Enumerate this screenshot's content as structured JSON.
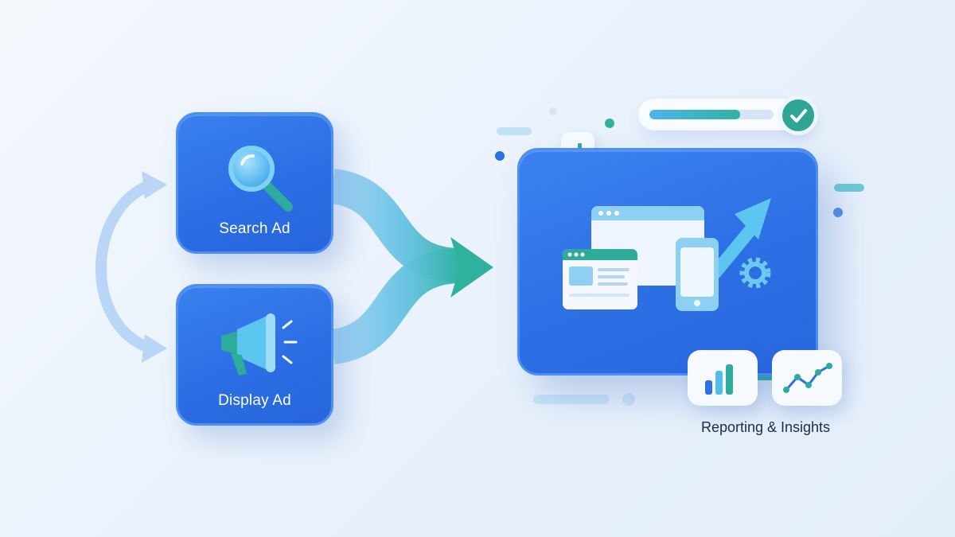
{
  "cards": {
    "search": {
      "label": "Search Ad"
    },
    "display": {
      "label": "Display Ad"
    }
  },
  "reporting": {
    "label": "Reporting & Insights"
  },
  "progress": {
    "fraction": 0.73
  },
  "colors": {
    "primary_blue": "#2f72e6",
    "light_blue": "#9fc6f4",
    "teal": "#2ea595",
    "cyan": "#52bde6",
    "background": "#eef4fb"
  },
  "icons": {
    "search_card": "magnifier-icon",
    "display_card": "megaphone-icon",
    "panel": [
      "browser-window-icon",
      "mobile-phone-icon",
      "growth-arrow-icon",
      "gear-icon"
    ],
    "reporting": [
      "bar-chart-icon",
      "line-chart-icon"
    ],
    "status": "check-icon"
  }
}
